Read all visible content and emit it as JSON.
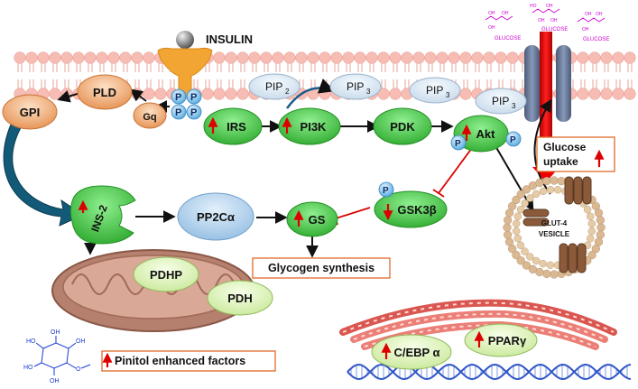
{
  "labels": {
    "insulin": "INSULIN",
    "pld": "PLD",
    "gpi": "GPI",
    "gq": "Gq",
    "irs": "IRS",
    "pi3k": "PI3K",
    "pdk": "PDK",
    "akt": "Akt",
    "pip2_base": "PIP",
    "pip2_sub": "2",
    "pip3_base": "PIP",
    "pip3_sub": "3",
    "ins2": "INS-2",
    "pp2c": "PP2Cα",
    "gs": "GS",
    "gsk3b": "GSK3β",
    "glycogen_synthesis": "Glycogen synthesis",
    "glucose_uptake_line1": "Glucose",
    "glucose_uptake_line2": "uptake",
    "glut4_line1": "GLUT-4",
    "glut4_line2": "VESICLE",
    "pdhp": "PDHP",
    "pdh": "PDH",
    "cebp": "C/EBP α",
    "ppar": "PPARγ",
    "pinitol_legend": "Pinitol enhanced factors",
    "glucose": "GLUCOSE",
    "phosphate": "P",
    "pinitol_oh": "OH",
    "pinitol_ho": "HO",
    "pinitol_ome": "O"
  },
  "colors": {
    "green_node": "#3dbd3d",
    "orange_node": "#f0a060",
    "blue_node": "#a8cdea",
    "membrane": "#f5b8b0",
    "up_arrow": "#dd0000",
    "inhibit_line": "#dd0000",
    "glucose_text": "#cc00cc",
    "mitochondria": "#b7806f",
    "dna": "#2f55c8",
    "er": "#d9443c"
  }
}
